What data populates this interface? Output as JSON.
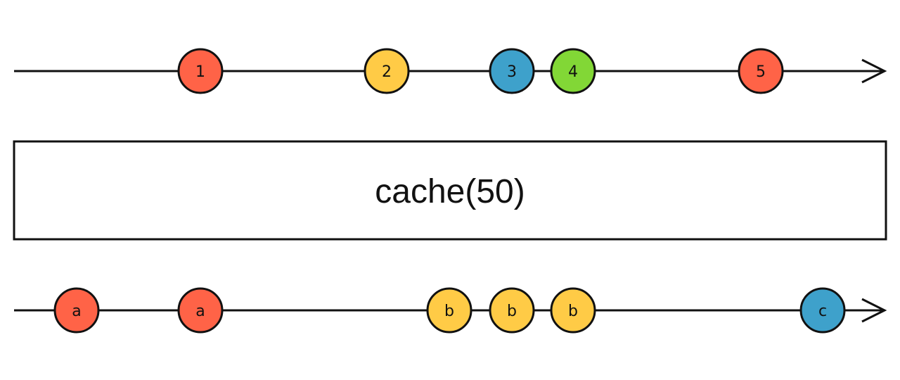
{
  "operator": {
    "label": "cache(50)"
  },
  "colors": {
    "red": "#ff6347",
    "yellow": "#ffcb46",
    "blue": "#3ea1cb",
    "green": "#82d736"
  },
  "source": {
    "marbles": [
      {
        "label": "1",
        "color": "#ff6347"
      },
      {
        "label": "2",
        "color": "#ffcb46"
      },
      {
        "label": "3",
        "color": "#3ea1cb"
      },
      {
        "label": "4",
        "color": "#82d736"
      },
      {
        "label": "5",
        "color": "#ff6347"
      }
    ]
  },
  "result": {
    "marbles": [
      {
        "label": "a",
        "color": "#ff6347"
      },
      {
        "label": "a",
        "color": "#ff6347"
      },
      {
        "label": "b",
        "color": "#ffcb46"
      },
      {
        "label": "b",
        "color": "#ffcb46"
      },
      {
        "label": "b",
        "color": "#ffcb46"
      },
      {
        "label": "c",
        "color": "#3ea1cb"
      }
    ]
  }
}
